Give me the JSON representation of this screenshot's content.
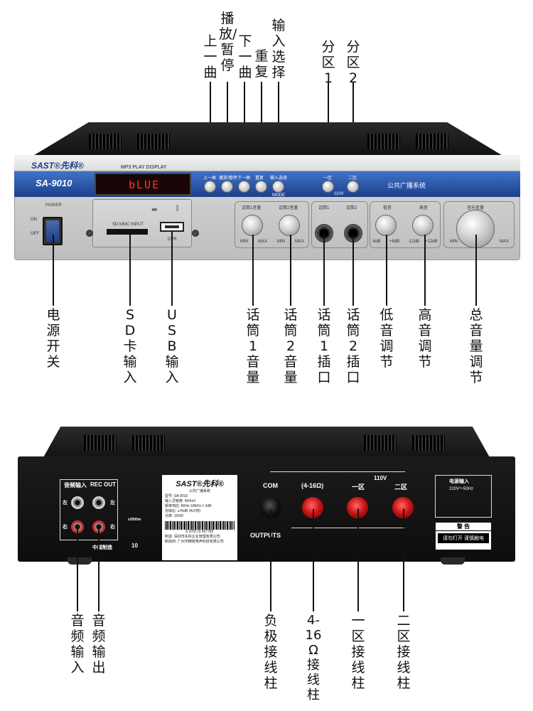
{
  "top_labels": {
    "prev_track": "上一曲",
    "play_pause": "播放/暂停",
    "next_track": "下一曲",
    "repeat": "重复",
    "input_select": "输入选择",
    "zone1": "分区1",
    "zone2": "分区2"
  },
  "front_panel": {
    "brand": "SAST®先科®",
    "model": "SA-9010",
    "display_title": "MP3 PLAY DISPLAY",
    "display_text": "bLUE",
    "system_title": "公共广播系统",
    "power_label": "POWER",
    "on": "ON",
    "off": "OFF",
    "sd_mmc_input": "SD MMC INPUT",
    "usb_caption": "DVR",
    "button_captions": [
      "上一曲",
      "播放/暂停",
      "下一曲",
      "重复",
      "输入选择"
    ],
    "mode": "MODE",
    "zone_caps": [
      "一区",
      "二区"
    ],
    "voltage": "110V",
    "mic1_volume": "话筒1音量",
    "mic2_volume": "话筒2音量",
    "mic1_jack": "话筒1",
    "mic2_jack": "话筒2",
    "bass": "低音",
    "treble": "高音",
    "master": "音乐音量",
    "min": "MIN",
    "max": "MAX",
    "minus8": "-8dB",
    "plus8": "+8dB",
    "minus12": "-12dB",
    "plus12": "+12dB"
  },
  "bottom_labels_front": {
    "power_switch": "电源开关",
    "sd_input": "SD卡输入",
    "usb_input": "USB输入",
    "mic1_vol": "话筒1音量",
    "mic2_vol": "话筒2音量",
    "mic1_socket": "话筒1插口",
    "mic2_socket": "话筒2插口",
    "bass_adj": "低音调节",
    "treble_adj": "高音调节",
    "master_adj": "总音量调节"
  },
  "rear_panel": {
    "audio_in": "音频输入",
    "rec_out": "REC OUT",
    "left": "左",
    "right": "右",
    "made_in": "中国制造",
    "label_brand": "SAST®先科®",
    "label_system": "公共广播系统",
    "label_lines": [
      "型号: SA-9010",
      "输入灵敏度: 400mV",
      "频率响应: 80Hz-18KHz ± 3dB",
      "信噪比: ≥76dB (A计权)",
      "功率: 150W",
      "制造: 深圳市先科企业管理有限公司",
      "制造商: 广州市精锐电声科技有限公司"
    ],
    "barcode_num": "6 978179 667782",
    "com": "COM",
    "ohm": "(4-16Ω)",
    "zone1": "一区",
    "zone2": "二区",
    "voltage": "110V",
    "outputs": "OUTPUTS",
    "power_in": "电源输入",
    "power_spec": "220V～50Hz",
    "warning": "警  告",
    "warning_text": "请勿打开 谨慎触电",
    "altitude": "≤2000m",
    "recycle": "10"
  },
  "bottom_labels_rear": {
    "audio_in": "音频输入",
    "audio_out": "音频输出",
    "neg_post": "负极接线柱",
    "ohm_post": "4-16Ω接线柱",
    "zone1_post": "一区接线柱",
    "zone2_post": "二区接线柱"
  }
}
